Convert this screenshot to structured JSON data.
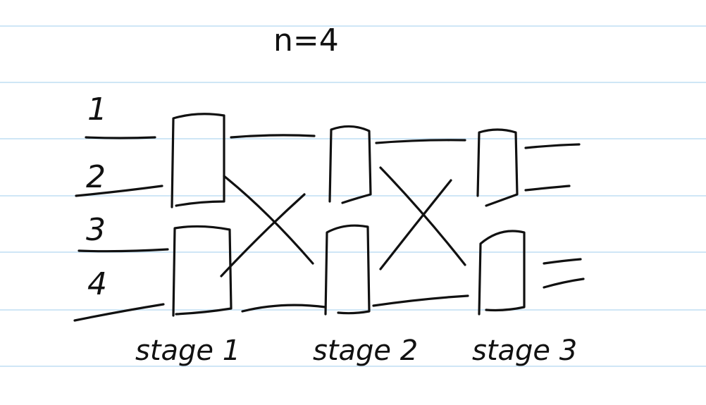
{
  "title": "n=4",
  "wires": [
    "1",
    "2",
    "3",
    "4"
  ],
  "stages": [
    "stage 1",
    "stage 2",
    "stage 3"
  ],
  "colors": {
    "ink": "#111111",
    "ruled_line": "#cfe6f6",
    "paper": "#ffffff"
  }
}
